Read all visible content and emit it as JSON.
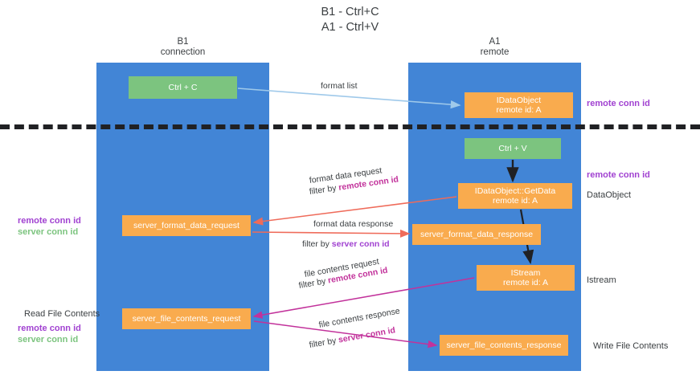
{
  "title": {
    "line1": "B1 - Ctrl+C",
    "line2": "A1 - Ctrl+V"
  },
  "lanes": [
    {
      "name": "B1",
      "subtitle": "connection",
      "color": "#4285d6"
    },
    {
      "name": "A1",
      "subtitle": "remote",
      "color": "#4285d6"
    }
  ],
  "nodes": {
    "ctrl_c": {
      "label": "Ctrl + C",
      "color": "#7cc47f"
    },
    "idataobject": {
      "line1": "IDataObject",
      "line2": "remote id: A",
      "color": "#f9ab4e"
    },
    "ctrl_v": {
      "label": "Ctrl + V",
      "color": "#7cc47f"
    },
    "getdata": {
      "line1": "IDataObject::GetData",
      "line2": "remote id: A",
      "color": "#f9ab4e"
    },
    "server_format_data_request": {
      "label": "server_format_data_request",
      "color": "#f9ab4e"
    },
    "server_format_data_response": {
      "label": "server_format_data_response",
      "color": "#f9ab4e"
    },
    "istream": {
      "line1": "IStream",
      "line2": "remote id: A",
      "color": "#f9ab4e"
    },
    "server_file_contents_request": {
      "label": "server_file_contents_request",
      "color": "#f9ab4e"
    },
    "server_file_contents_response": {
      "label": "server_file_contents_response",
      "color": "#f9ab4e"
    }
  },
  "edges": {
    "format_list": {
      "label": "format list"
    },
    "format_data_request": {
      "label": "format data request",
      "filter_prefix": "filter by ",
      "filter_key": "remote conn id"
    },
    "format_data_response": {
      "label": "format data response",
      "filter_prefix": "filter by ",
      "filter_key": "server conn id"
    },
    "file_contents_request": {
      "label": "file contents request",
      "filter_prefix": "filter by ",
      "filter_key": "remote conn id"
    },
    "file_contents_response": {
      "label": "file contents response",
      "filter_prefix": "filter by ",
      "filter_key": "server conn id"
    }
  },
  "annotations": {
    "right_remote_conn_id_top": "remote conn id",
    "right_remote_conn_id_mid": "remote conn id",
    "right_dataobject": "DataObject",
    "right_istream": "Istream",
    "right_write_file_contents": "Write File Contents",
    "left_remote_conn_id": "remote conn id",
    "left_server_conn_id": "server conn id",
    "left_read_file_contents": "Read File Contents",
    "left_remote_conn_id_2": "remote conn id",
    "left_server_conn_id_2": "server conn id"
  },
  "colors": {
    "lane_blue": "#4285d6",
    "node_green": "#7cc47f",
    "node_orange": "#f9ab4e",
    "purple": "#a142d1",
    "magenta": "#c2329b",
    "green_text": "#7cc47f",
    "arrow_blue": "#9fc9ea",
    "arrow_red": "#ef6b5a",
    "arrow_black": "#202124",
    "arrow_magenta": "#c2329b"
  }
}
